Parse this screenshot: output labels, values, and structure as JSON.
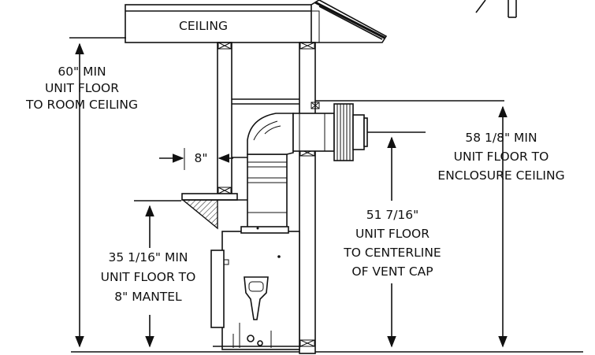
{
  "ceiling_label": "CEILING",
  "dim_ceiling": {
    "lines": [
      "60\" MIN",
      "UNIT FLOOR",
      "TO ROOM CEILING"
    ]
  },
  "dim_clearance": {
    "text": "8\""
  },
  "dim_mantel": {
    "lines": [
      "35 1/16\" MIN",
      "UNIT FLOOR TO",
      "8\" MANTEL"
    ]
  },
  "dim_vent_cap": {
    "lines": [
      "51 7/16\"",
      "UNIT FLOOR",
      "TO CENTERLINE",
      "OF VENT CAP"
    ]
  },
  "dim_enclosure": {
    "lines": [
      "58 1/8\" MIN",
      "UNIT FLOOR TO",
      "ENCLOSURE CEILING"
    ]
  }
}
